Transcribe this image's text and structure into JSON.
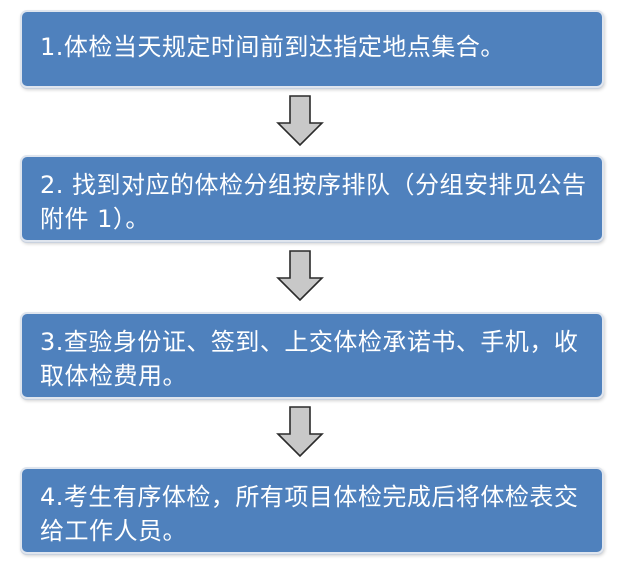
{
  "steps": [
    {
      "text": "1.体检当天规定时间前到达指定地点集合。"
    },
    {
      "text": "2. 找到对应的体检分组按序排队（分组安排见公告附件 1）。"
    },
    {
      "text": "3.查验身份证、签到、上交体检承诺书、手机，收取体检费用。"
    },
    {
      "text": "4.考生有序体检，所有项目体检完成后将体检表交给工作人员。"
    }
  ],
  "colors": {
    "box_fill": "#4f81bd",
    "box_border": "#dfe5ee",
    "arrow_fill": "#c8c8c8",
    "arrow_stroke": "#2b2b2b",
    "text": "#ffffff"
  },
  "icons": {
    "connector": "down-arrow-icon"
  }
}
